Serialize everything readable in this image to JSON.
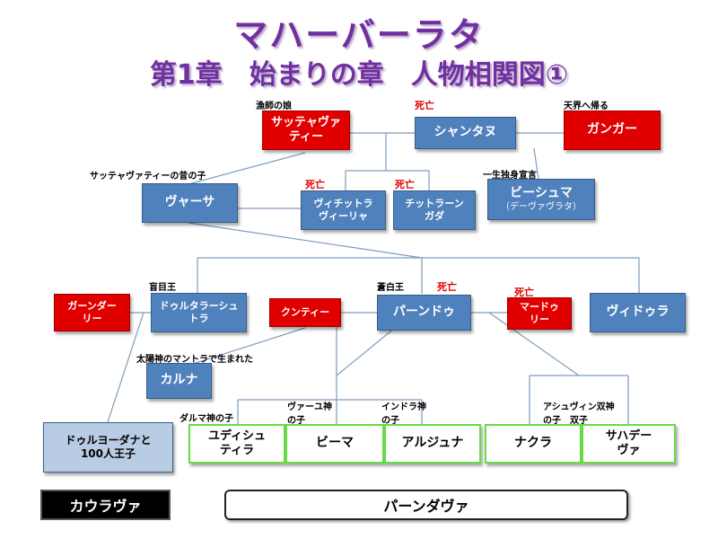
{
  "title": "マハーバーラタ",
  "subtitle": "第1章　始まりの章　人物相関図①",
  "labels": {
    "fisher_daughter": "漁師の娘",
    "heaven_return": "天界へ帰る",
    "satyavati_child": "サッテャヴァティーの昔の子",
    "celibacy": "一生独身宣言",
    "blind_king": "盲目王",
    "pale_king": "蒼白王",
    "sun_mantra": "太陽神のマントラで生まれた",
    "dharma_child": "ダルマ神の子",
    "vayu_child": "ヴァーユ神\nの子",
    "indra_child": "インドラ神\nの子",
    "ashvin_child": "アシュヴィン双神\nの子　双子"
  },
  "dead_label": "死亡",
  "people": {
    "satyavati": "サッテャヴァ\nティー",
    "shantanu": "シャンタヌ",
    "ganga": "ガンガー",
    "vyasa": "ヴャーサ",
    "vichitravirya": "ヴィチットラ\nヴィーリャ",
    "chitrangada": "チットラーン\nガダ",
    "bhishma": "ビーシュマ",
    "bhishma_sub": "（デーヴァヴラタ）",
    "gandhari": "ガーンダー\nリー",
    "dhritarashtra": "ドゥルタラーシュ\nトラ",
    "kunti": "クンティー",
    "pandu": "パーンドゥ",
    "madri": "マードゥ\nリー",
    "vidura": "ヴィドゥラ",
    "karna": "カルナ",
    "duryodhana": "ドゥルヨーダナと\n100人王子",
    "yudhishthira": "ユディシュ\nティラ",
    "bhima": "ビーマ",
    "arjuna": "アルジュナ",
    "nakula": "ナクラ",
    "sahadeva": "サハデー\nヴァ"
  },
  "groups": {
    "kaurava": "カウラヴァ",
    "pandava": "パーンダヴァ"
  },
  "colors": {
    "title": "#7030a0",
    "blue": "#4f81bd",
    "red": "#e00000",
    "green_border": "#66dd44",
    "light_blue": "#b8cce4"
  }
}
